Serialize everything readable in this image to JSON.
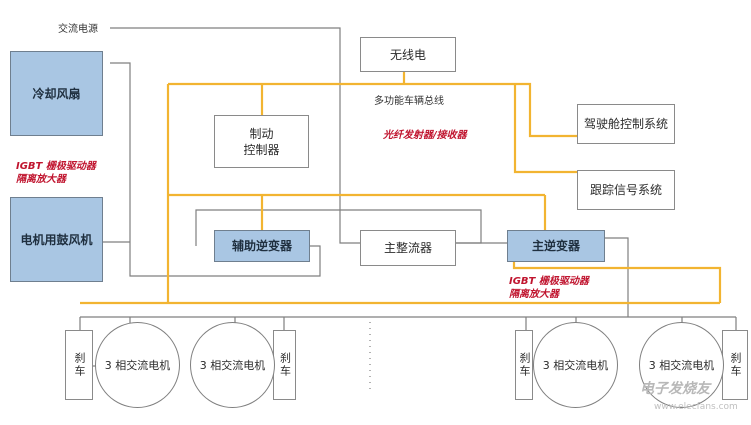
{
  "labels": {
    "ac_power": "交流电源",
    "bus": "多功能车辆总线",
    "fiber": "光纤发射器/接收器",
    "igbt_left_1": "IGBT 栅极驱动器",
    "igbt_left_2": "隔离放大器",
    "igbt_right_1": "IGBT 栅极驱动器",
    "igbt_right_2": "隔离放大器"
  },
  "boxes": {
    "cooling_fan": "冷却风扇",
    "motor_blower": "电机用鼓风机",
    "radio": "无线电",
    "brake_controller": "制动\n控制器",
    "cab_control": "驾驶舱控制系统",
    "tracking_signal": "跟踪信号系统",
    "aux_inverter": "辅助逆变器",
    "main_rectifier": "主整流器",
    "main_inverter": "主逆变器",
    "brake": "刹车"
  },
  "motors": {
    "label": "3 相交流电机"
  },
  "watermark": {
    "text": "电子发烧友",
    "url": "www.elecfans.com"
  },
  "colors": {
    "bus_line": "#f2b431",
    "wire": "#7f7f7f",
    "blue_box": "#a9c6e3",
    "red_text": "#c0152f"
  }
}
